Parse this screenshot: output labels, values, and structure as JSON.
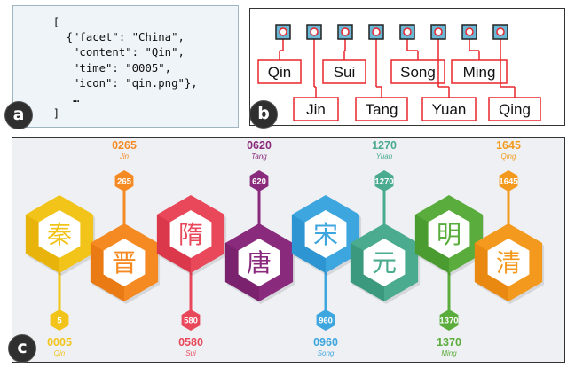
{
  "panel_a": {
    "label": "a",
    "code_lines": [
      "  [",
      "    {\"facet\": \"China\",",
      "     \"content\": \"Qin\",",
      "     \"time\": \"0005\",",
      "     \"icon\": \"qin.png\"},",
      "     …",
      "  ]"
    ]
  },
  "panel_b": {
    "label": "b",
    "items": [
      {
        "label": "Qin",
        "row": "top"
      },
      {
        "label": "Jin",
        "row": "bottom"
      },
      {
        "label": "Sui",
        "row": "top"
      },
      {
        "label": "Tang",
        "row": "bottom"
      },
      {
        "label": "Song",
        "row": "top"
      },
      {
        "label": "Yuan",
        "row": "bottom"
      },
      {
        "label": "Ming",
        "row": "top"
      },
      {
        "label": "Qing",
        "row": "bottom"
      }
    ]
  },
  "panel_c": {
    "label": "c",
    "items": [
      {
        "year": "0005",
        "small": "5",
        "name": "Qin",
        "glyph": "秦",
        "position": "below",
        "color": "#f2c41a",
        "dark": "#e0a800"
      },
      {
        "year": "0265",
        "small": "265",
        "name": "Jin",
        "glyph": "晋",
        "position": "above",
        "color": "#f58a22",
        "dark": "#e06e0a"
      },
      {
        "year": "0580",
        "small": "580",
        "name": "Sui",
        "glyph": "隋",
        "position": "below",
        "color": "#e9475a",
        "dark": "#cf2b42"
      },
      {
        "year": "0620",
        "small": "620",
        "name": "Tang",
        "glyph": "唐",
        "position": "above",
        "color": "#8a2a7d",
        "dark": "#6e1b63"
      },
      {
        "year": "0960",
        "small": "960",
        "name": "Song",
        "glyph": "宋",
        "position": "below",
        "color": "#3ea6df",
        "dark": "#1f86c4"
      },
      {
        "year": "1270",
        "small": "1270",
        "name": "Yuan",
        "glyph": "元",
        "position": "above",
        "color": "#4aab8e",
        "dark": "#2f8c70"
      },
      {
        "year": "1370",
        "small": "1370",
        "name": "Ming",
        "glyph": "明",
        "position": "below",
        "color": "#5aac3c",
        "dark": "#3f8f26"
      },
      {
        "year": "1645",
        "small": "1645",
        "name": "Qing",
        "glyph": "清",
        "position": "above",
        "color": "#f39a1e",
        "dark": "#e07b0a"
      }
    ]
  },
  "colors": {
    "tree_line": "#e8262c",
    "node_fill": "#6bb8d6",
    "node_border": "#222222"
  }
}
